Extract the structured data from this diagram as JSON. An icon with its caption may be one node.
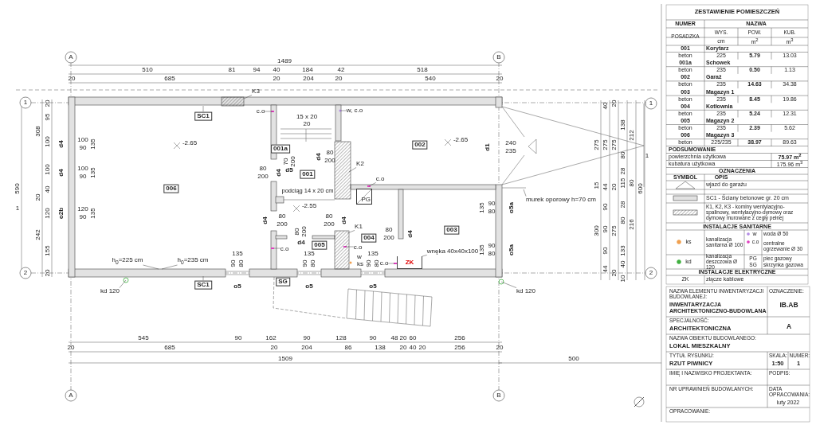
{
  "diagram": {
    "nodes": [
      {
        "text": [
          "006"
        ]
      },
      {
        "text": [
          "001a"
        ]
      },
      {
        "text": [
          "001"
        ]
      },
      {
        "text": [
          "002"
        ]
      },
      {
        "text": [
          "005"
        ]
      },
      {
        "text": [
          "004"
        ]
      },
      {
        "text": [
          "003"
        ]
      },
      {
        "text": [
          "SC1"
        ]
      },
      {
        "text": [
          "SC1"
        ]
      },
      {
        "text": [
          "SG"
        ]
      },
      {
        "text": [
          "K3"
        ]
      },
      {
        "text": [
          "K2"
        ]
      },
      {
        "text": [
          "K1"
        ]
      },
      {
        "text": [
          "kd 120"
        ]
      },
      {
        "text": [
          "kd 120"
        ]
      },
      {
        "text": [
          "murek oporowy h=70 cm"
        ]
      },
      {
        "text": [
          "wnęka 40x40x100"
        ]
      },
      {
        "text": [
          "h$_{0}$=225 cm"
        ]
      },
      {
        "text": [
          "h$_{0}$=235 cm"
        ]
      },
      {
        "text": [
          "c.o"
        ]
      },
      {
        "text": [
          "w, c.o"
        ]
      },
      {
        "text": [
          "c.o"
        ]
      },
      {
        "text": [
          "c.o"
        ]
      },
      {
        "text": [
          "c.o"
        ]
      },
      {
        "text": [
          "c.o"
        ]
      },
      {
        "text": [
          "PG"
        ]
      },
      {
        "text": [
          "ZK"
        ]
      }
    ],
    "edges": [
      {
        "from": 7,
        "to": null,
        "arrow": "none"
      },
      {
        "from": 8,
        "to": null,
        "arrow": "none"
      },
      {
        "from": 10,
        "to": null,
        "arrow": "none"
      },
      {
        "from": 11,
        "to": null,
        "arrow": "none"
      },
      {
        "from": 12,
        "to": null,
        "arrow": "none"
      },
      {
        "from": 13,
        "to": null,
        "arrow": "none"
      },
      {
        "from": 14,
        "to": null,
        "arrow": "none"
      },
      {
        "from": 15,
        "to": null,
        "arrow": "none"
      },
      {
        "from": 16,
        "to": 26,
        "arrow": "none"
      },
      {
        "from": 17,
        "to": null,
        "arrow": "none"
      },
      {
        "from": 18,
        "to": null,
        "arrow": "none"
      },
      {
        "from": 19,
        "to": null,
        "arrow": "none"
      },
      {
        "from": 20,
        "to": null,
        "arrow": "none"
      },
      {
        "from": 21,
        "to": null,
        "arrow": "none"
      },
      {
        "from": 22,
        "to": null,
        "arrow": "none"
      },
      {
        "from": 23,
        "to": null,
        "arrow": "none"
      },
      {
        "from": 24,
        "to": null,
        "arrow": "none"
      }
    ],
    "labels": [
      "A",
      "B",
      "1",
      "2",
      "1",
      "2",
      "A",
      "B",
      "1",
      "1",
      "1489",
      "510",
      "81",
      "94",
      "40",
      "184",
      "42",
      "518",
      "20",
      "685",
      "20",
      "204",
      "20",
      "540",
      "20",
      "590",
      "308",
      "20",
      "242",
      "20",
      "95",
      "100",
      "100",
      "40",
      "120",
      "155",
      "20",
      "d4",
      "100",
      "90",
      "135",
      "d4",
      "100",
      "90",
      "135",
      "o2b",
      "120",
      "90",
      "135",
      "-2.65",
      "15 x 20",
      "20",
      "80",
      "200",
      "d4",
      "70",
      "200",
      "d5",
      "80",
      "200",
      "d4",
      "podciąg 14 x 20 cm",
      "-2.55",
      "80",
      "200",
      "d4",
      "80",
      "200",
      "d4",
      "80",
      "200",
      "d4",
      "-2.65",
      "240",
      "235",
      "d1",
      "w",
      "ks",
      "80",
      "200",
      "d4",
      "135",
      "90",
      "80",
      "o5a",
      "135",
      "90",
      "80",
      "o5a",
      "135",
      "90",
      "80",
      "o5",
      "135",
      "90",
      "80",
      "o5",
      "135",
      "90",
      "80",
      "o5",
      "545",
      "90",
      "162",
      "90",
      "128",
      "90",
      "48",
      "20",
      "60",
      "256",
      "20",
      "685",
      "20",
      "204",
      "86",
      "138",
      "20",
      "40",
      "20",
      "256",
      "20",
      "1509",
      "500",
      "275",
      "15",
      "300",
      "40",
      "275",
      "44",
      "90",
      "90",
      "90",
      "44",
      "20",
      "275",
      "20",
      "275",
      "20",
      "138",
      "80",
      "28",
      "115",
      "28",
      "80",
      "133",
      "40",
      "10",
      "212",
      "80",
      "216",
      "600",
      "ZESTAWIENIE POMIESZCZEŃ",
      "NUMER",
      "NAZWA",
      "POSADZKA",
      "WYS.",
      "POW.",
      "KUB.",
      "cm",
      "m$^{2}$",
      "m$^{3}$",
      "001",
      "Korytarz",
      "beton",
      "225",
      "5.79",
      "13.03",
      "001a",
      "Schowek",
      "beton",
      "235",
      "0.50",
      "1.13",
      "002",
      "Garaż",
      "beton",
      "235",
      "14.63",
      "34.38",
      "003",
      "Magazyn 1",
      "beton",
      "235",
      "8.45",
      "19.86",
      "004",
      "Kotłownia",
      "beton",
      "235",
      "5.24",
      "12.31",
      "005",
      "Magazyn 2",
      "beton",
      "235",
      "2.39",
      "5.62",
      "006",
      "Magazyn 3",
      "beton",
      "225/235",
      "38.97",
      "89.63",
      "PODSUMOWANIE",
      "powierzchnia użytkowa",
      "75.97 m$^{2}$",
      "kubatura użytkowa",
      "175.96 m$^{3}$",
      "OZNACZENIA",
      "SYMBOL",
      "OPIS",
      "INSTALACJE SANITARNE",
      "ks",
      "w",
      "c.o",
      "kd",
      "PG",
      "piec gazowy",
      "SG",
      "skrzynka gazowa",
      "INSTALACJE ELEKTRYCZNE",
      "ZK",
      "złącze kablowe",
      "NAZWA ELEMENTU INWENTARYZACJI BUDOWLANEJ:",
      "OZNACZENIE:",
      "INWENTARYZACJA ARCHITEKTONICZNO-BUDOWLANA",
      "IB.AB",
      "SPECJALNOŚĆ:",
      "ARCHITEKTONICZNA",
      "A",
      "NAZWA OBIEKTU BUDOWLANEGO:",
      "LOKAL MIESZKALNY",
      "TYTUŁ RYSUNKU:",
      "SKALA:",
      "NUMER:",
      "RZUT PIWNICY",
      "1:50",
      "1",
      "IMIĘ I NAZWISKO PROJEKTANTA:",
      "PODPIS:",
      "NR UPRAWNIEŃ BUDOWLANYCH:",
      "DATA OPRACOWANIA:",
      "luty 2022",
      "OPRACOWANIE:"
    ],
    "legend": [
      {
        "text": "wjazd do garażu"
      },
      {
        "text": "SC1 - Ściany betonowe gr. 20 cm"
      },
      {
        "text": "K1, K2, K3 - kominy wentylacyjno-spalinowy, wentylacyjno-dymowy oraz dymowy murowane z cegły pełnej"
      },
      {
        "text": "kanalizacja sanitarna Ø 100",
        "color": "#f0a050"
      },
      {
        "text": "woda Ø 50",
        "color": "#b48ce6"
      },
      {
        "text": "centralne ogrzewanie Ø 30",
        "color": "#e040c0"
      },
      {
        "text": "kanalizacja deszczowa Ø 120",
        "color": "#40b040"
      }
    ]
  }
}
